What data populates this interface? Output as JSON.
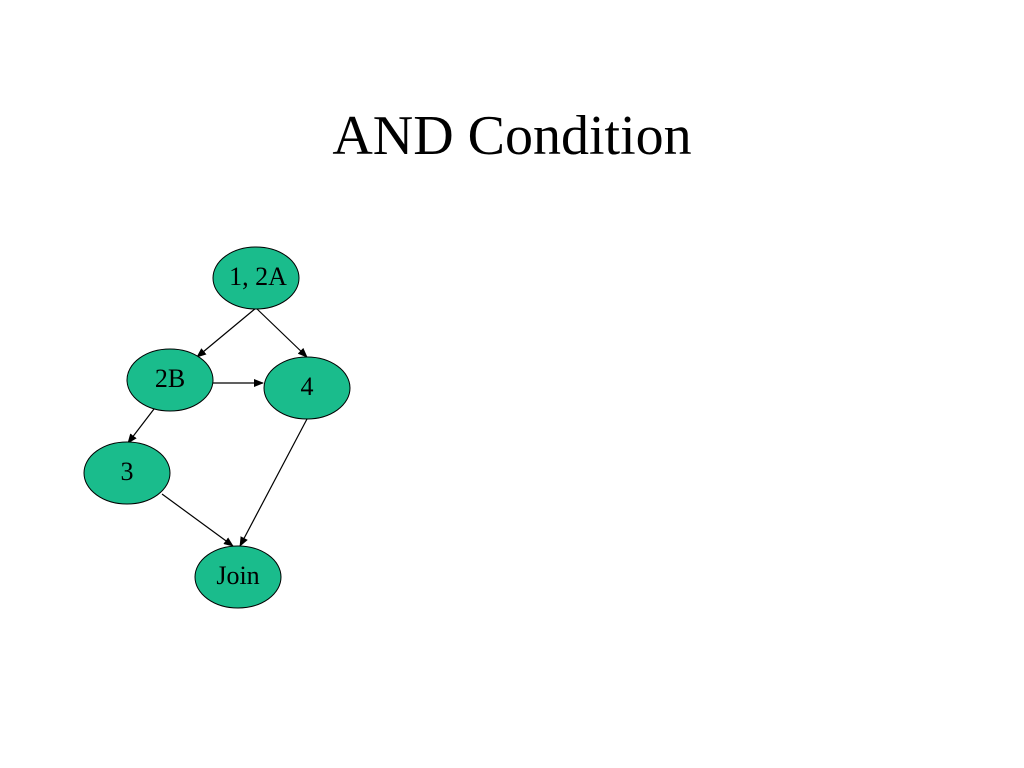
{
  "slide": {
    "title": "AND Condition"
  },
  "colors": {
    "node_fill": "#1ABC8C",
    "node_stroke": "#000000",
    "edge": "#000000"
  },
  "diagram": {
    "nodes": [
      {
        "id": "n1",
        "label": "1, 2A"
      },
      {
        "id": "n2b",
        "label": "2B"
      },
      {
        "id": "n4",
        "label": "4"
      },
      {
        "id": "n3",
        "label": "3"
      },
      {
        "id": "join",
        "label": "Join"
      }
    ],
    "edges": [
      {
        "from": "n1",
        "to": "n2b"
      },
      {
        "from": "n1",
        "to": "n4"
      },
      {
        "from": "n2b",
        "to": "n4"
      },
      {
        "from": "n2b",
        "to": "n3"
      },
      {
        "from": "n3",
        "to": "join"
      },
      {
        "from": "n4",
        "to": "join"
      }
    ]
  }
}
